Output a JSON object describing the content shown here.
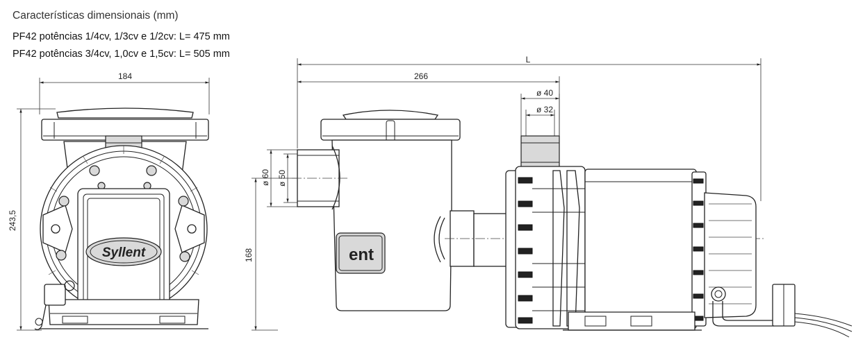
{
  "header": {
    "title": "Características dimensionais (mm)",
    "spec_line_1": "PF42 potências 1/4cv, 1/3cv e 1/2cv: L= 475 mm",
    "spec_line_2": "PF42 potências 3/4cv, 1,0cv e 1,5cv: L= 505 mm"
  },
  "front_view": {
    "width_label": "184",
    "height_label": "243,5",
    "logo_text": "Syllent"
  },
  "side_view": {
    "total_length_label": "L",
    "basket_length_label": "266",
    "outlet_outer_label": "ø 40",
    "outlet_inner_label": "ø 32",
    "inlet_outer_label": "ø 60",
    "inlet_inner_label": "ø 50",
    "inlet_height_label": "168",
    "logo_fragment": "ent"
  }
}
